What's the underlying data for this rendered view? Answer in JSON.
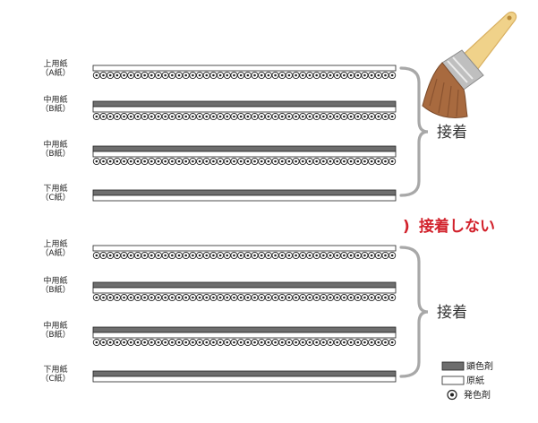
{
  "groups": [
    {
      "label": "接着",
      "sheets": [
        {
          "kind": "top",
          "name": "上用紙",
          "code": "（A紙）"
        },
        {
          "kind": "mid",
          "name": "中用紙",
          "code": "（B紙）"
        },
        {
          "kind": "mid",
          "name": "中用紙",
          "code": "（B紙）"
        },
        {
          "kind": "bottom",
          "name": "下用紙",
          "code": "（C紙）"
        }
      ]
    },
    {
      "label": "接着",
      "sheets": [
        {
          "kind": "top",
          "name": "上用紙",
          "code": "（A紙）"
        },
        {
          "kind": "mid",
          "name": "中用紙",
          "code": "（B紙）"
        },
        {
          "kind": "mid",
          "name": "中用紙",
          "code": "（B紙）"
        },
        {
          "kind": "bottom",
          "name": "下用紙",
          "code": "（C紙）"
        }
      ]
    }
  ],
  "separator": {
    "mark": ")",
    "label": "接着しない"
  },
  "legend": [
    {
      "swatch": "gray",
      "label": "顕色剤"
    },
    {
      "swatch": "white",
      "label": "原紙"
    },
    {
      "swatch": "dot",
      "label": "発色剤"
    }
  ],
  "icons": {
    "brush": "paint-brush-icon"
  },
  "colors": {
    "developer": "#6e6e6e",
    "paper": "#ffffff",
    "outline": "#222222",
    "brace": "#a8a8a8",
    "accent": "#d2222c"
  }
}
